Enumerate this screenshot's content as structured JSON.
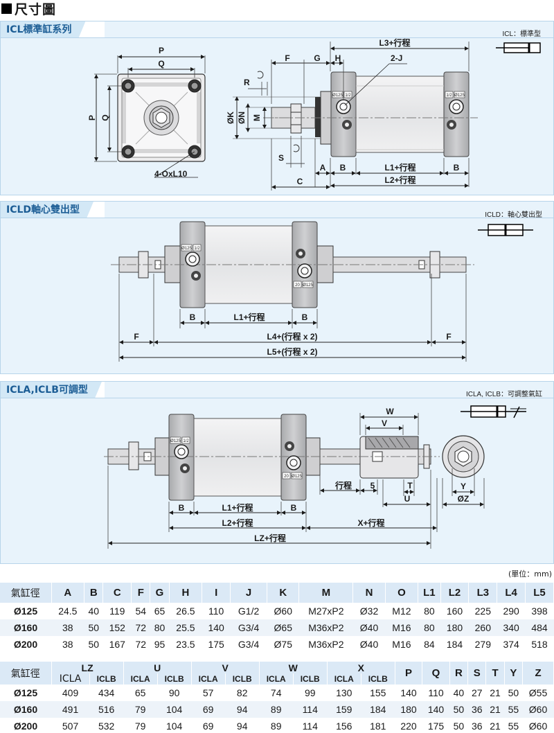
{
  "page_title": "尺寸圖",
  "sections": [
    {
      "title": "ICL標準缸系列",
      "legend": "ICL：標準型"
    },
    {
      "title": "ICLD軸心雙出型",
      "legend": "ICLD：軸心雙出型"
    },
    {
      "title": "ICLA,ICLB可調型",
      "legend": "ICLA, ICLB：可調整氣缸"
    }
  ],
  "dims_icl": {
    "P": "P",
    "Q": "Q",
    "OxL": "4-OxL10",
    "F": "F",
    "G": "G",
    "H": "H",
    "L3": "L3+行程",
    "J": "2-J",
    "R": "R",
    "S": "S",
    "K": "ØK",
    "N": "ØN",
    "M": "M",
    "A": "A",
    "B": "B",
    "L1": "L1+行程",
    "L2": "L2+行程",
    "C": "C"
  },
  "dims_icld": {
    "B": "B",
    "L1": "L1+行程",
    "F": "F",
    "L4": "L4+(行程 x 2)",
    "L5": "L5+(行程 x 2)"
  },
  "dims_icla": {
    "W": "W",
    "V": "V",
    "stroke": "行程",
    "five": "5",
    "T": "T",
    "U": "U",
    "Y": "Y",
    "Z": "ØZ",
    "B": "B",
    "L1": "L1+行程",
    "L2": "L2+行程",
    "X": "X+行程",
    "LZ": "LZ+行程"
  },
  "port_labels": {
    "p125": "Ø125",
    "half": "1/2",
    "p20": "20"
  },
  "unit": "(單位：mm)",
  "table1": {
    "headers": [
      "氣缸徑",
      "A",
      "B",
      "C",
      "F",
      "G",
      "H",
      "I",
      "J",
      "K",
      "M",
      "N",
      "O",
      "L1",
      "L2",
      "L3",
      "L4",
      "L5"
    ],
    "rows": [
      [
        "Ø125",
        "24.5",
        "40",
        "119",
        "54",
        "65",
        "26.5",
        "110",
        "G1/2",
        "Ø60",
        "M27xP2",
        "Ø32",
        "M12",
        "80",
        "160",
        "225",
        "290",
        "398"
      ],
      [
        "Ø160",
        "38",
        "50",
        "152",
        "72",
        "80",
        "25.5",
        "140",
        "G3/4",
        "Ø65",
        "M36xP2",
        "Ø40",
        "M16",
        "80",
        "180",
        "260",
        "340",
        "484"
      ],
      [
        "Ø200",
        "38",
        "50",
        "167",
        "72",
        "95",
        "23.5",
        "175",
        "G3/4",
        "Ø75",
        "M36xP2",
        "Ø40",
        "M16",
        "84",
        "184",
        "279",
        "374",
        "518"
      ]
    ]
  },
  "table2": {
    "first": "氣缸徑",
    "groups": [
      "LZ",
      "U",
      "V",
      "W",
      "X"
    ],
    "sub": [
      "ICLA",
      "ICLB"
    ],
    "singles": [
      "P",
      "Q",
      "R",
      "S",
      "T",
      "Y",
      "Z"
    ],
    "rows": [
      [
        "Ø125",
        "409",
        "434",
        "65",
        "90",
        "57",
        "82",
        "74",
        "99",
        "130",
        "155",
        "140",
        "110",
        "40",
        "27",
        "21",
        "50",
        "Ø55"
      ],
      [
        "Ø160",
        "491",
        "516",
        "79",
        "104",
        "69",
        "94",
        "89",
        "114",
        "159",
        "184",
        "180",
        "140",
        "50",
        "36",
        "21",
        "55",
        "Ø60"
      ],
      [
        "Ø200",
        "507",
        "532",
        "79",
        "104",
        "69",
        "94",
        "89",
        "114",
        "156",
        "181",
        "220",
        "175",
        "50",
        "36",
        "21",
        "55",
        "Ø60"
      ]
    ]
  },
  "colors": {
    "section_bg": "#e8f3fb",
    "tab_bg": "#d3e8f6",
    "tab_text": "#1c5d95",
    "table_header": "#dbe9f6",
    "body_metal": "#e9eaec",
    "cap_metal": "#b9babd"
  }
}
